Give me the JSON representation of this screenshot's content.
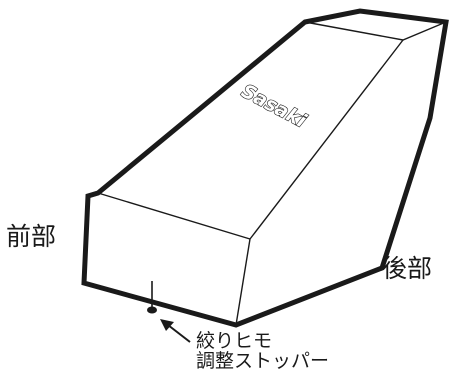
{
  "logo": {
    "text": "Sasaki"
  },
  "labels": {
    "front": "前部",
    "rear": "後部",
    "stopper_line1": "絞りヒモ",
    "stopper_line2": "調整ストッパー"
  },
  "colors": {
    "outline": "#1a1a1a",
    "background": "#ffffff"
  }
}
